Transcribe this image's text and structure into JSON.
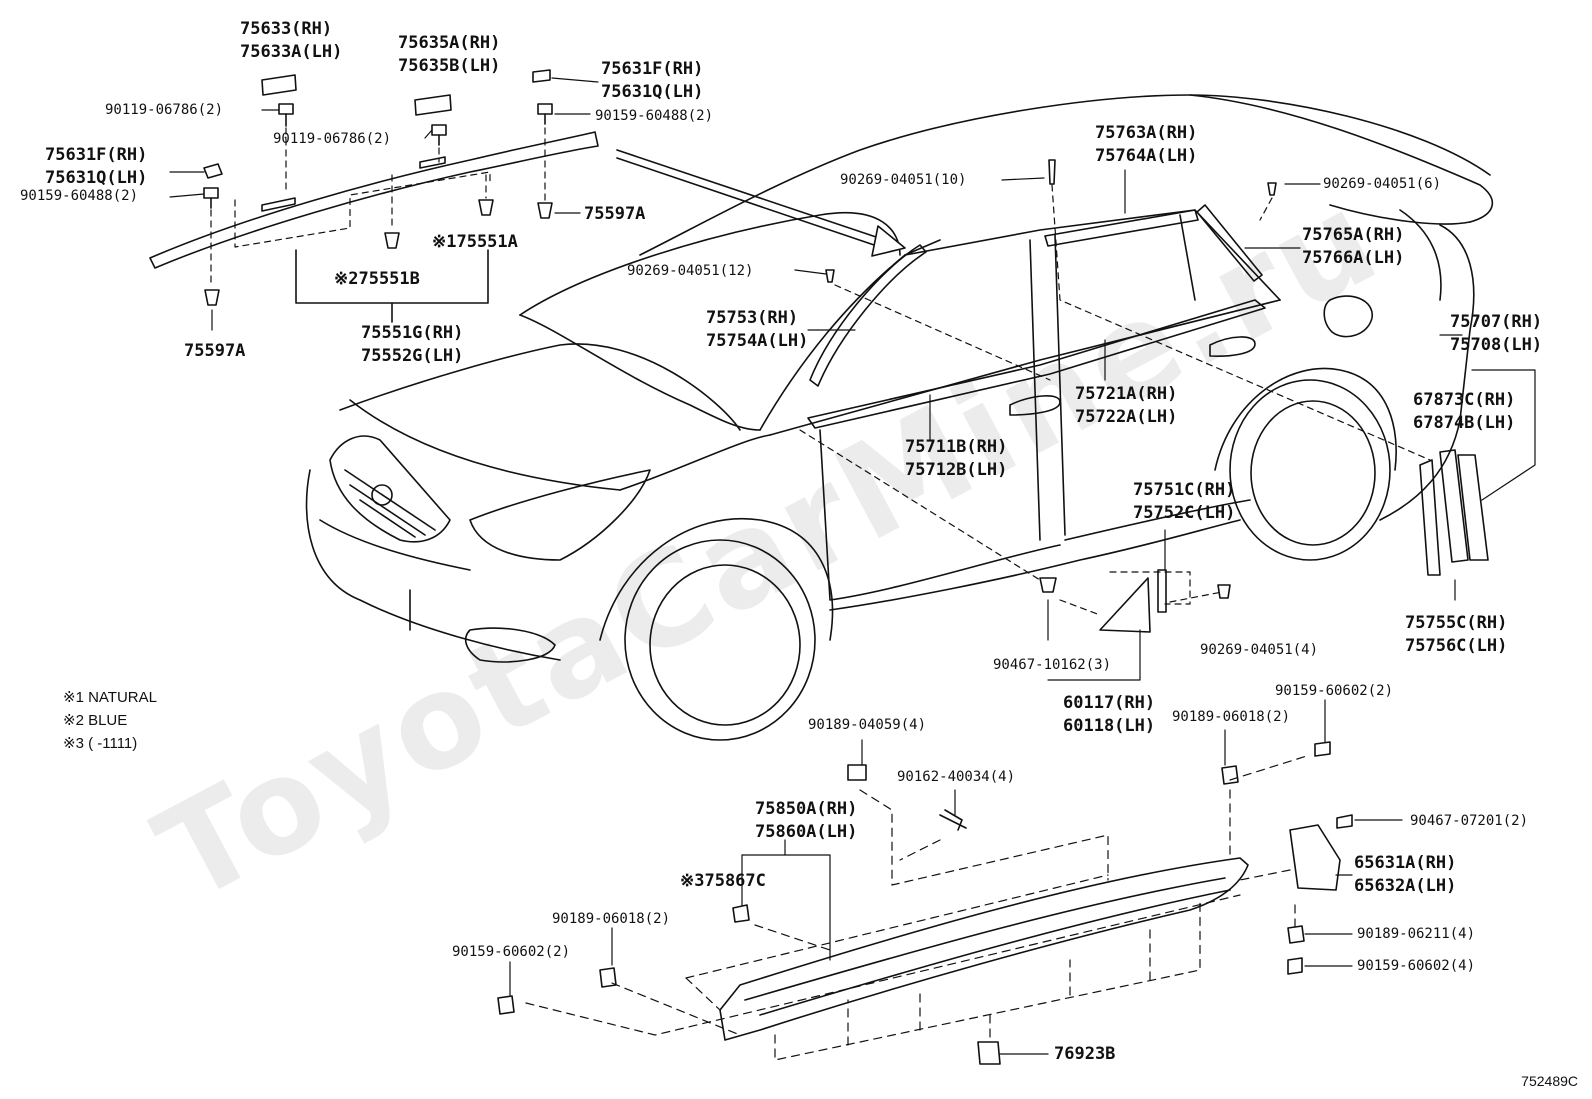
{
  "watermark": "ToyotaCarMine.ru",
  "diagram_code": "752489C",
  "notes": [
    "※1 NATURAL",
    "※2 BLUE",
    "※3 (       -1111)"
  ],
  "labels": {
    "p75633": [
      "75633(RH)",
      "75633A(LH)"
    ],
    "p75635A": [
      "75635A(RH)",
      "75635B(LH)"
    ],
    "p75631F_top": [
      "75631F(RH)",
      "75631Q(LH)"
    ],
    "b9011906786_a": "90119-06786(2)",
    "b9015960488_a": "90159-60488(2)",
    "b9011906786_b": "90119-06786(2)",
    "p75631F_left": [
      "75631F(RH)",
      "75631Q(LH)"
    ],
    "b9015960488_b": "90159-60488(2)",
    "p75597A_r": "75597A",
    "p75551A": "※175551A",
    "p75551B": "※275551B",
    "p75551G": [
      "75551G(RH)",
      "75552G(LH)"
    ],
    "p75597A_b": "75597A",
    "c9026904051_10": "90269-04051(10)",
    "p75763A": [
      "75763A(RH)",
      "75764A(LH)"
    ],
    "c9026904051_6": "90269-04051(6)",
    "p75765A": [
      "75765A(RH)",
      "75766A(LH)"
    ],
    "c9026904051_12": "90269-04051(12)",
    "p75753": [
      "75753(RH)",
      "75754A(LH)"
    ],
    "p75707": [
      "75707(RH)",
      "75708(LH)"
    ],
    "p75721A": [
      "75721A(RH)",
      "75722A(LH)"
    ],
    "p67873C": [
      "67873C(RH)",
      "67874B(LH)"
    ],
    "p75711B": [
      "75711B(RH)",
      "75712B(LH)"
    ],
    "p75751C": [
      "75751C(RH)",
      "75752C(LH)"
    ],
    "c9026904051_4": "90269-04051(4)",
    "c9046710162": "90467-10162(3)",
    "p75755C": [
      "75755C(RH)",
      "75756C(LH)"
    ],
    "p60117": [
      "60117(RH)",
      "60118(LH)"
    ],
    "b9015960602_a": "90159-60602(2)",
    "c9018904059": "90189-04059(4)",
    "c9018906018_a": "90189-06018(2)",
    "s9016240034": "90162-40034(4)",
    "p75850A": [
      "75850A(RH)",
      "75860A(LH)"
    ],
    "c9046707201": "90467-07201(2)",
    "p75867C": "※375867C",
    "p65631A": [
      "65631A(RH)",
      "65632A(LH)"
    ],
    "c9018906018_b": "90189-06018(2)",
    "c9018906211": "90189-06211(4)",
    "b9015960602_b": "90159-60602(2)",
    "b9015960602_c": "90159-60602(4)",
    "c76923B": "76923B"
  }
}
